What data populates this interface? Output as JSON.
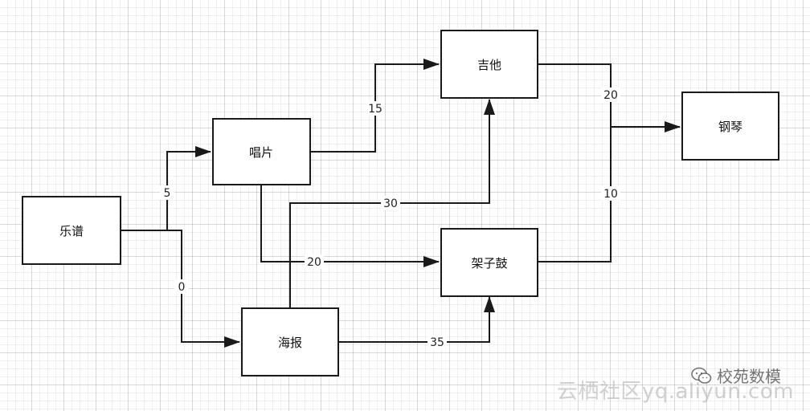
{
  "nodes": [
    {
      "id": "yuepu",
      "label": "乐谱"
    },
    {
      "id": "changpian",
      "label": "唱片"
    },
    {
      "id": "haibao",
      "label": "海报"
    },
    {
      "id": "jita",
      "label": "吉他"
    },
    {
      "id": "jiazigu",
      "label": "架子鼓"
    },
    {
      "id": "gangqin",
      "label": "钢琴"
    }
  ],
  "edges": [
    {
      "from": "yuepu",
      "to": "changpian",
      "weight": "5"
    },
    {
      "from": "yuepu",
      "to": "haibao",
      "weight": "0"
    },
    {
      "from": "changpian",
      "to": "jita",
      "weight": "15"
    },
    {
      "from": "changpian",
      "to": "jiazigu",
      "weight": "20"
    },
    {
      "from": "haibao",
      "to": "jita",
      "weight": "30"
    },
    {
      "from": "haibao",
      "to": "jiazigu",
      "weight": "35"
    },
    {
      "from": "jita",
      "to": "gangqin",
      "weight": "20"
    },
    {
      "from": "jiazigu",
      "to": "gangqin",
      "weight": "10"
    }
  ],
  "watermark": {
    "brand": "校苑数模",
    "domain": "云栖社区yq.aliyun.com",
    "icon": "wechat-icon"
  }
}
